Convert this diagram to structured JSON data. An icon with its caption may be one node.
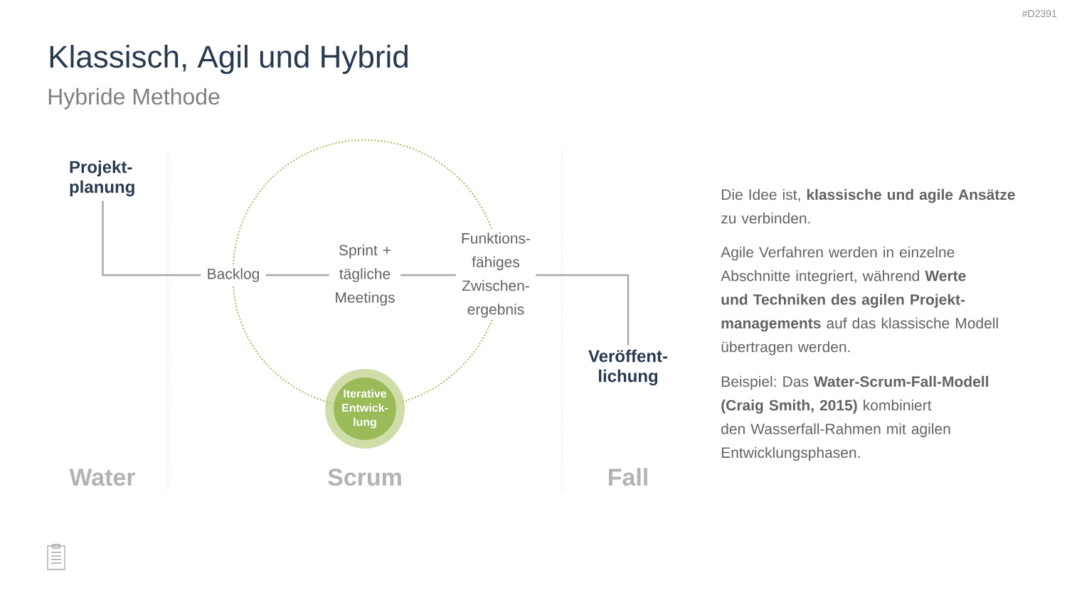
{
  "diagram": {
    "title": "Klassisch, Agil und Hybrid",
    "nodes": [
      {
        "text": [
          "Projekt- planung"
        ]
      },
      {
        "text": [
          "Backlog"
        ]
      },
      {
        "text": [
          "Sprint + tägliche Meetings"
        ]
      },
      {
        "text": [
          "Funktions- fähiges Zwischen- ergebnis"
        ]
      },
      {
        "text": [
          "Veröffent- lichung"
        ]
      },
      {
        "text": [
          "Iterative Entwick- lung"
        ]
      }
    ],
    "edges": [
      {
        "from": 0,
        "to": 1,
        "arrow": "none"
      },
      {
        "from": 1,
        "to": 2,
        "arrow": "none"
      },
      {
        "from": 2,
        "to": 3,
        "arrow": "none"
      },
      {
        "from": 3,
        "to": 4,
        "arrow": "none"
      },
      {
        "from": 1,
        "to": 3,
        "arrow": "none",
        "style": "dashed",
        "color": "#9bbb59"
      },
      {
        "from": 3,
        "to": 5,
        "arrow": "none",
        "style": "dashed",
        "color": "#9bbb59"
      },
      {
        "from": 5,
        "to": 1,
        "arrow": "none",
        "style": "dashed",
        "color": "#9bbb59"
      }
    ],
    "labels": [
      "#D2391",
      "Hybride Methode",
      "Water",
      "Scrum",
      "Fall",
      "Die Idee ist, **klassische und agile Ansätze** zu verbinden.",
      "Agile Verfahren werden in einzelne Abschnitte integriert, während **Werte und Techniken des agilen Projekt- managements** auf das klassische Modell übertragen werden.",
      "Beispiel: Das **Water-Scrum-Fall-Modell (Craig Smith, 2015)** kombiniert den Wasserfall-Rahmen mit agilen Entwicklungsphasen."
    ]
  }
}
